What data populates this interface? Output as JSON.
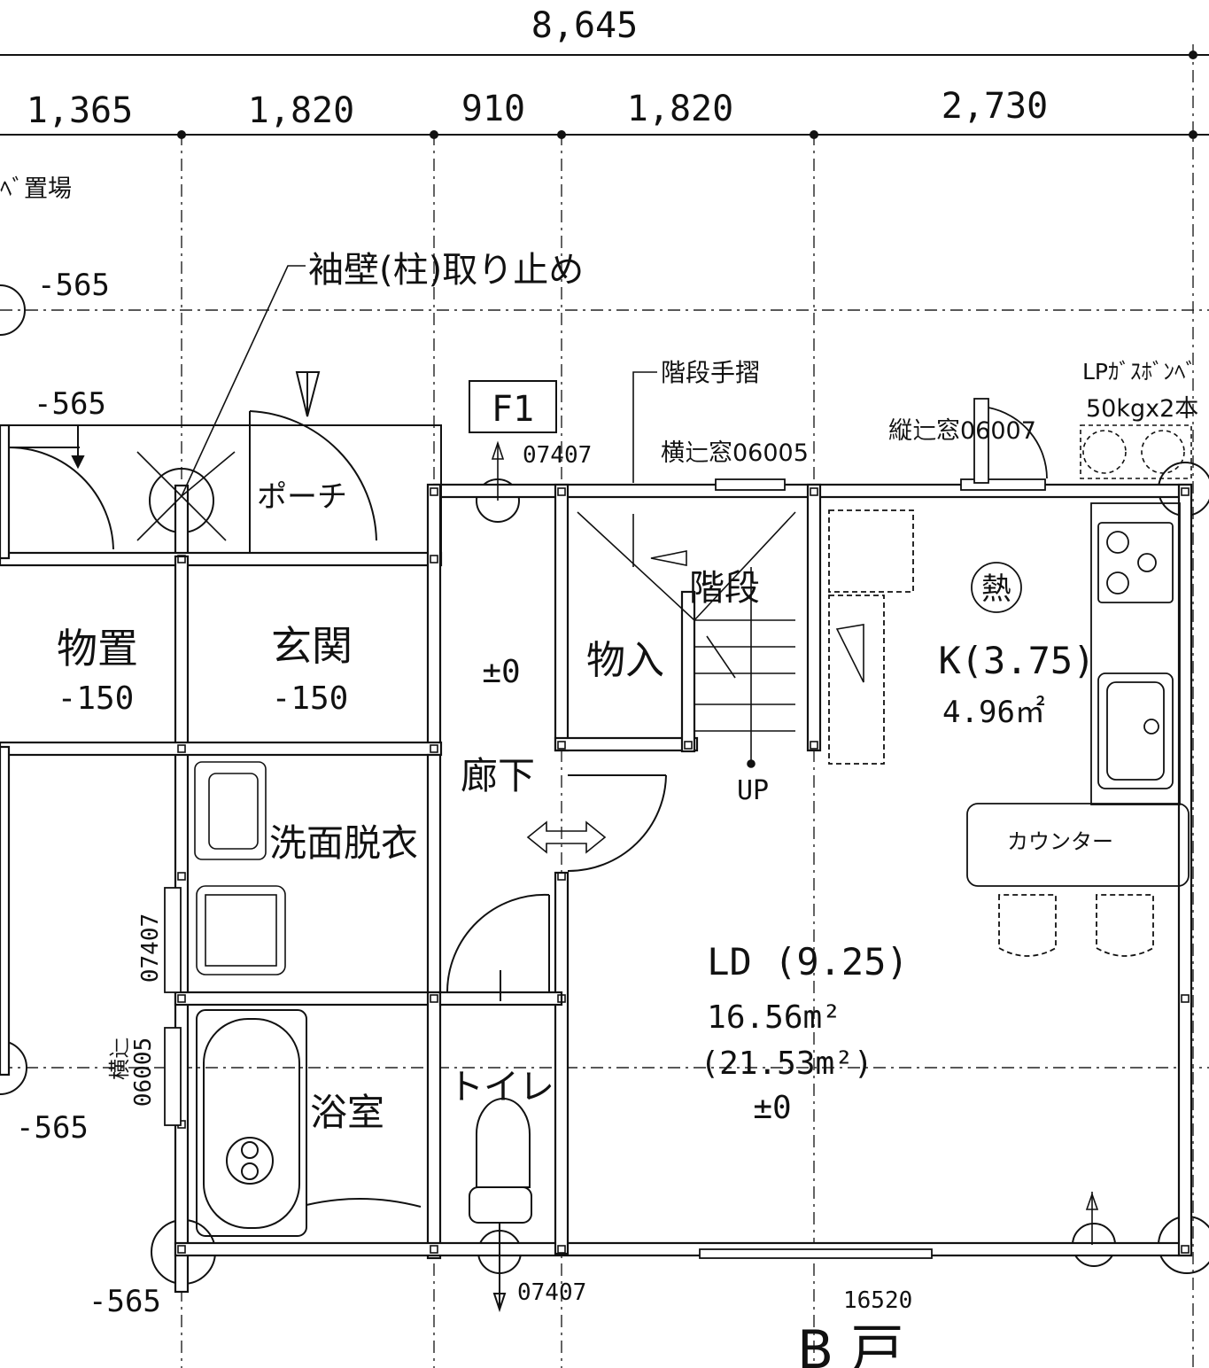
{
  "dimensions": {
    "overall": "8,645",
    "segments": [
      "1,365",
      "1,820",
      "910",
      "1,820",
      "2,730"
    ]
  },
  "levels": {
    "upper_left_1": "-565",
    "upper_left_2": "-565",
    "lower_left_1": "-565",
    "lower_left_2": "-565"
  },
  "notes": {
    "storage_area_partial": "ﾍﾞ置場",
    "sleeve_wall": "袖壁(柱)取り止め",
    "stair_handrail": "階段手摺",
    "lp_gas_line1": "LPｶﾞｽﾎﾞﾝﾍﾞ",
    "lp_gas_line2": "50kgx2本",
    "marker_f1": "F1",
    "house_label_partial": "B 戸"
  },
  "windows": {
    "top_entry": "07407",
    "top_horizontal": "横辷窓06005",
    "top_vertical": "縦辷窓06007",
    "left_vertical": "07407",
    "left_horizontal_label": "横辷",
    "left_horizontal_code": "06005",
    "bottom_toilet": "07407",
    "bottom_ld": "16520"
  },
  "rooms": {
    "porch": "ポーチ",
    "storage": {
      "name": "物置",
      "level": "-150"
    },
    "entrance": {
      "name": "玄関",
      "level": "-150"
    },
    "hall_level": "±0",
    "closet": "物入",
    "stairs": "階段",
    "stairs_up": "UP",
    "corridor": "廊下",
    "washroom": "洗面脱衣",
    "bath": "浴室",
    "toilet": "トイレ",
    "kitchen": {
      "name": "K(3.75)",
      "area": "4.96㎡",
      "heat_symbol": "熱",
      "counter": "カウンター"
    },
    "ld": {
      "name": "LD (9.25)",
      "area": "16.56m²",
      "area_alt": "(21.53m²)",
      "level": "±0"
    }
  }
}
